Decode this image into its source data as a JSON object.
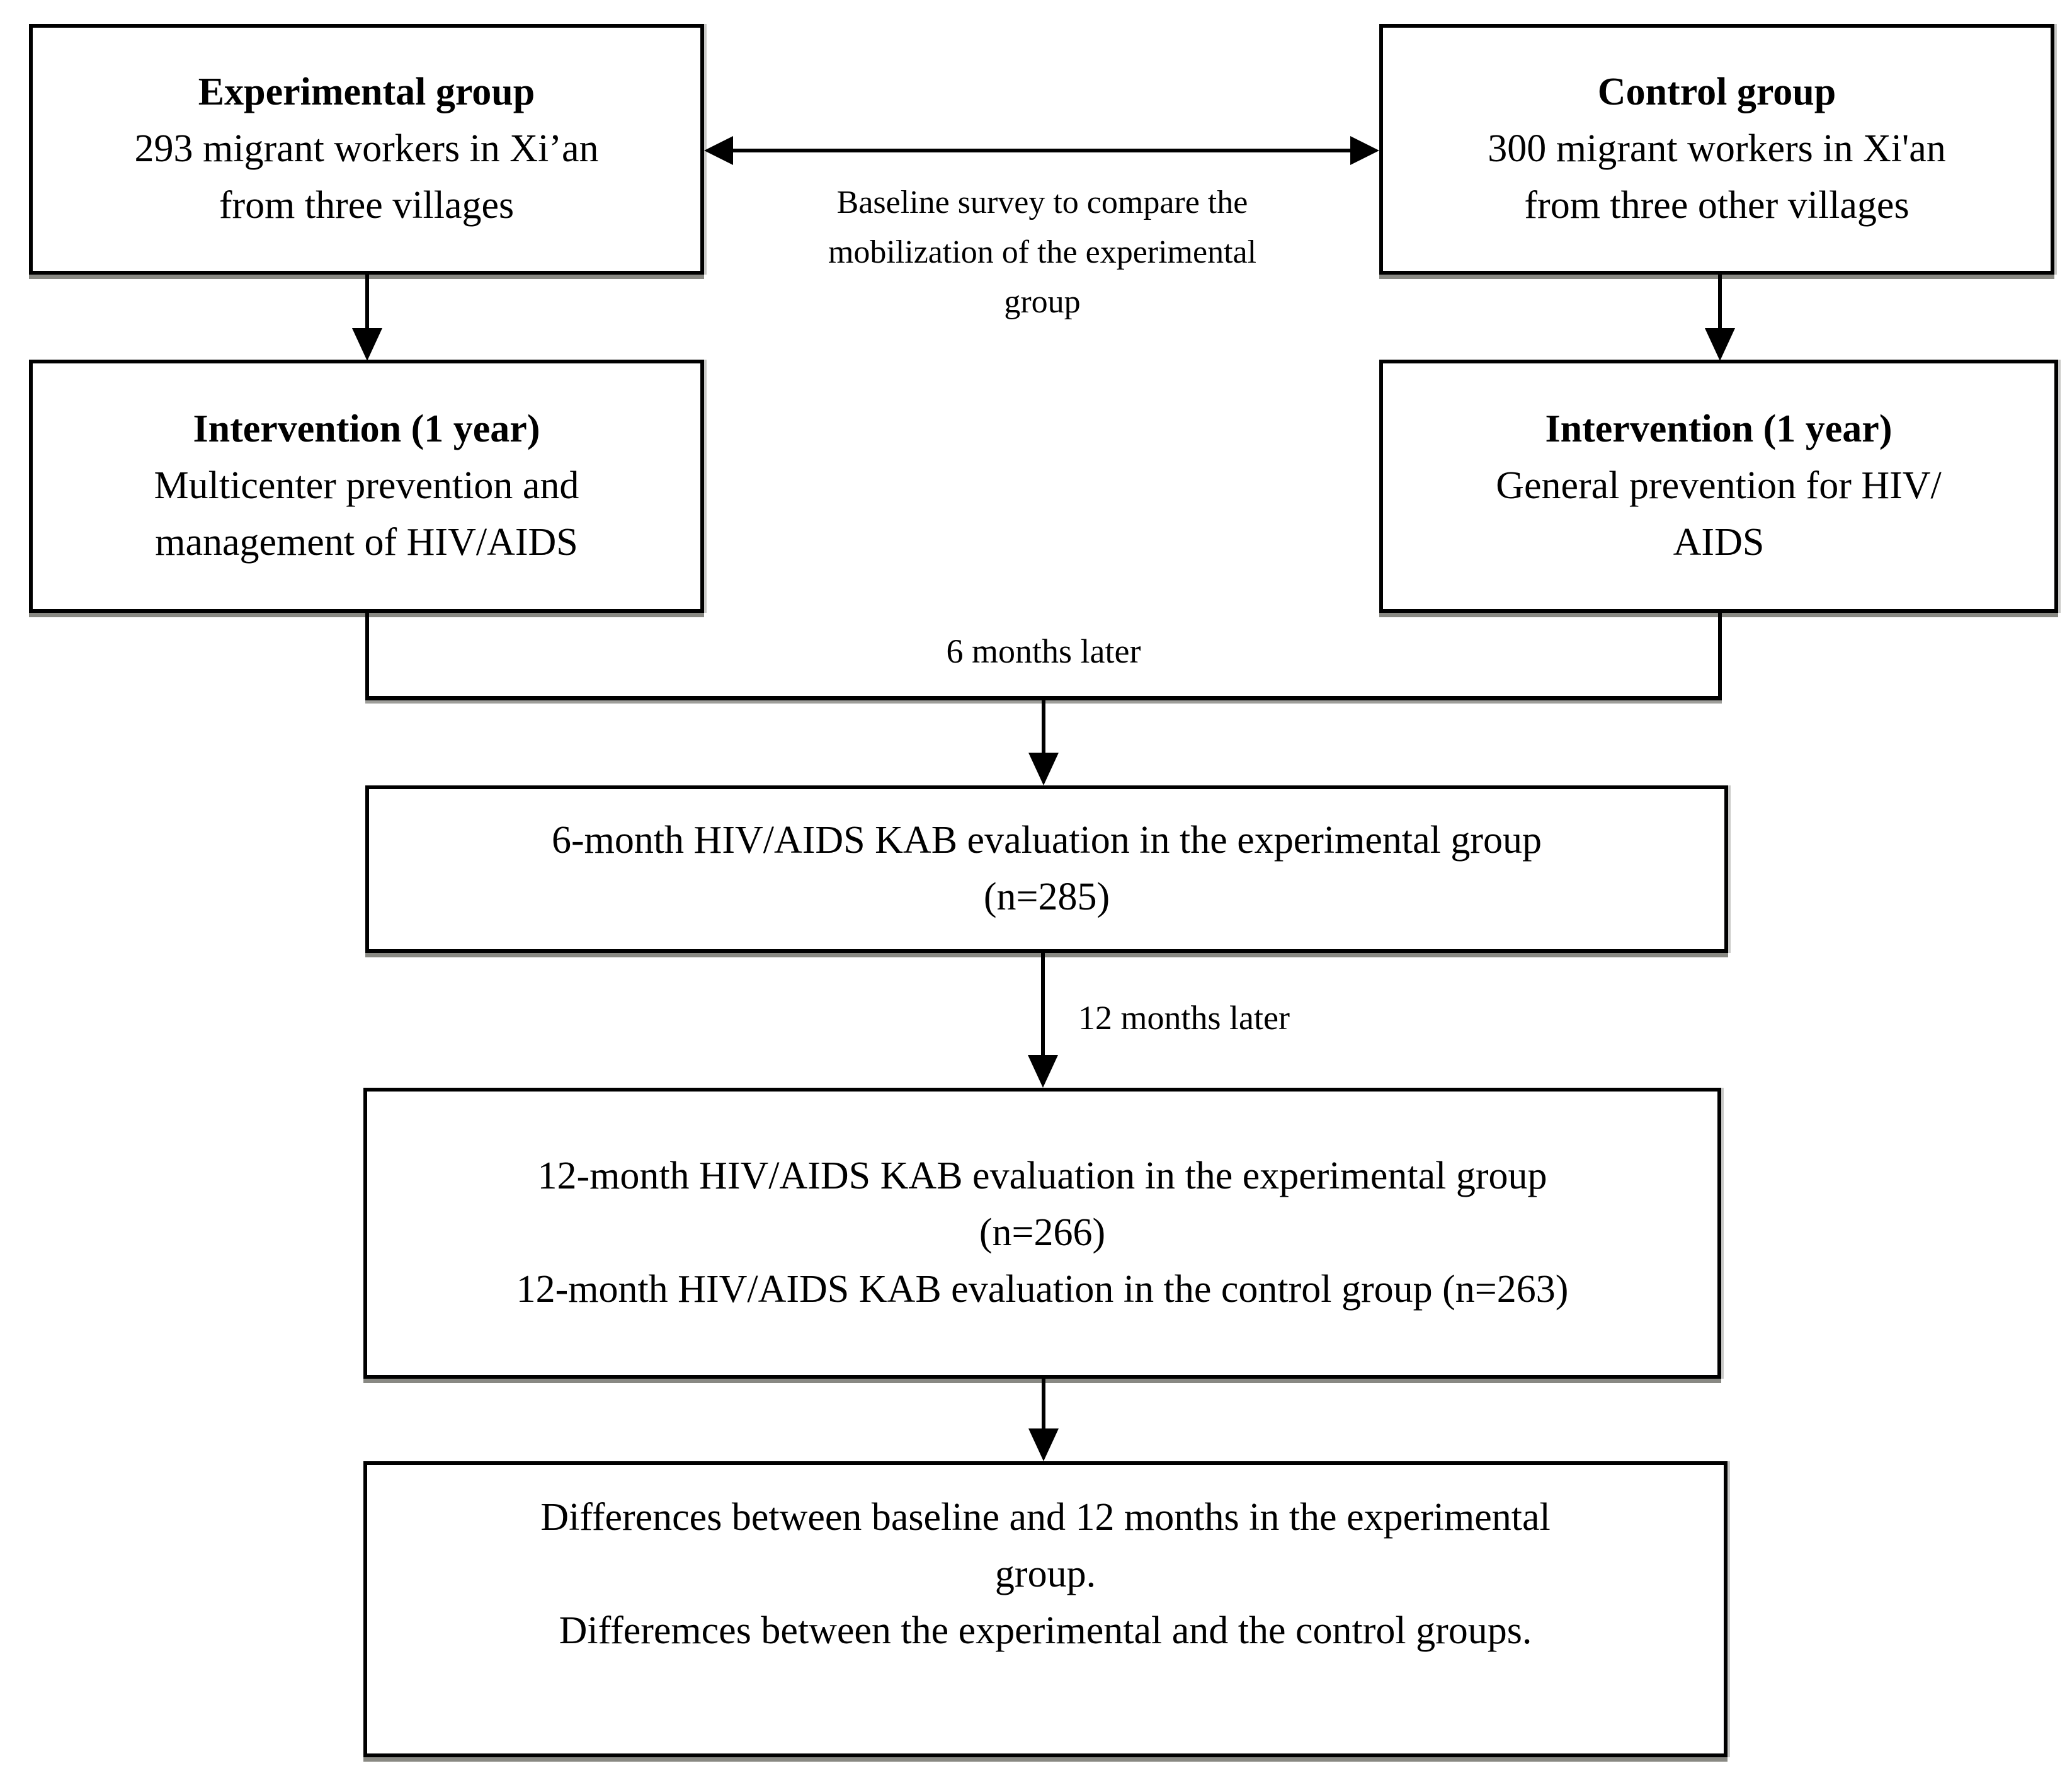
{
  "figure": {
    "type": "study-flow-diagram",
    "colors": {
      "background": "#ffffff",
      "line": "#000000",
      "text": "#000000"
    }
  },
  "boxes": {
    "experimental_group": {
      "title": "Experimental group",
      "lines": [
        "293 migrant workers in Xi’an",
        "from three villages"
      ]
    },
    "control_group": {
      "title": "Control group",
      "lines": [
        "300 migrant workers in Xi'an",
        "from three other villages"
      ]
    },
    "experimental_intervention": {
      "title": "Intervention (1 year)",
      "lines": [
        "Multicenter prevention and",
        "management of HIV/AIDS"
      ]
    },
    "control_intervention": {
      "title": "Intervention (1 year)",
      "lines": [
        "General prevention for HIV/",
        "AIDS"
      ]
    },
    "evaluation_6_month": {
      "lines": [
        "6-month HIV/AIDS KAB evaluation in the experimental group",
        "(n=285)"
      ]
    },
    "evaluation_12_month": {
      "lines": [
        "12-month HIV/AIDS KAB evaluation in the experimental group",
        "(n=266)",
        "12-month HIV/AIDS KAB evaluation in the control group (n=263)"
      ]
    },
    "differences": {
      "lines": [
        "Differences between baseline and 12 months in the experimental",
        "group.",
        "Differemces between the experimental and the control groups."
      ]
    }
  },
  "labels": {
    "baseline_survey": {
      "lines": [
        "Baseline survey to compare the",
        "mobilization of the experimental",
        "group"
      ]
    },
    "six_months_later": "6 months later",
    "twelve_months_later": "12 months later"
  }
}
